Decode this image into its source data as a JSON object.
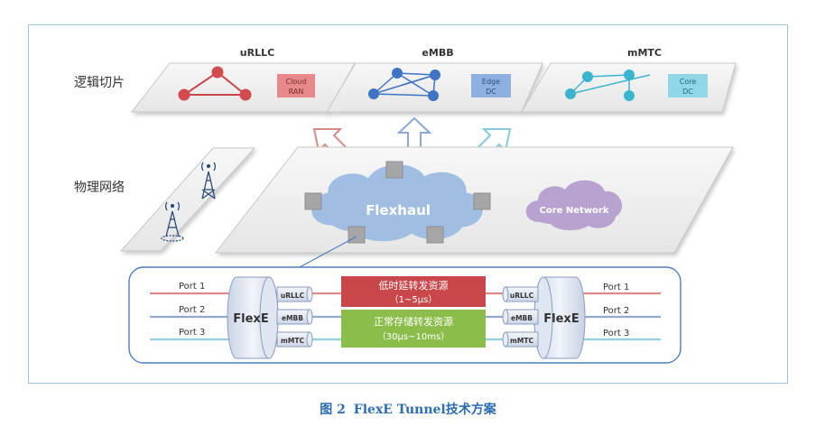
{
  "layers": {
    "logical": "逻辑切片",
    "physical": "物理网络"
  },
  "slices": [
    {
      "name": "uRLLC",
      "dc_line1": "Cloud",
      "dc_line2": "RAN",
      "color": "#d9534f"
    },
    {
      "name": "eMBB",
      "dc_line1": "Edge",
      "dc_line2": "DC",
      "color": "#3f74c4"
    },
    {
      "name": "mMTC",
      "dc_line1": "Core",
      "dc_line2": "DC",
      "color": "#3bb5cf"
    }
  ],
  "cloud": {
    "flexhaul": "Flexhaul",
    "core_network": "Core Network"
  },
  "flexe": {
    "label": "FlexE",
    "ports": [
      "Port 1",
      "Port 2",
      "Port 3"
    ],
    "channels": [
      "uRLLC",
      "eMBB",
      "mMTC"
    ],
    "low_latency_line1": "低时延转发资源",
    "low_latency_line2": "（1~5μs）",
    "normal_line1": "正常存储转发资源",
    "normal_line2": "（30μs~10ms）"
  },
  "caption": {
    "label": "图 2",
    "title": "FlexE Tunnel技术方案"
  },
  "colors": {
    "red": "#c9474b",
    "blue": "#3f74c4",
    "cyan": "#3bb5cf",
    "green": "#8bbd4a",
    "cloud": "#9ebde0",
    "core": "#b8a2cf"
  }
}
